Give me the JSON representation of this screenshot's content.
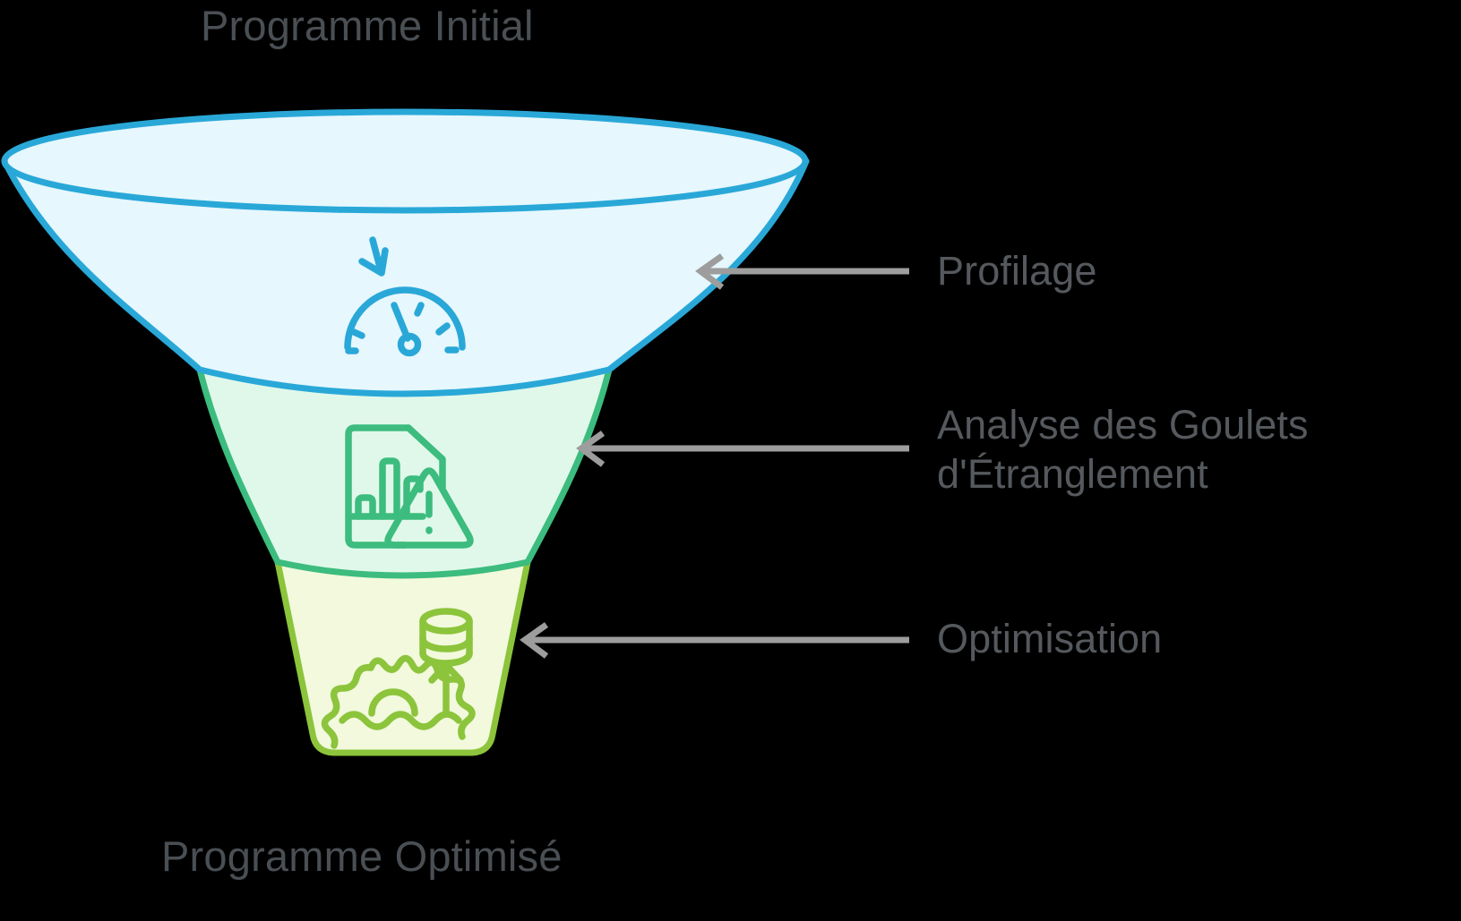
{
  "diagram": {
    "type": "funnel",
    "title_top": "Programme Initial",
    "title_bottom": "Programme Optimisé",
    "background_color": "#000000",
    "title_color": "#4a4f54",
    "label_color": "#55595d",
    "arrow_color": "#9d9d9d",
    "stages": [
      {
        "label": "Profilage",
        "icon": "gauge-arrow-down-icon",
        "fill_color": "#e6f7fd",
        "stroke_color": "#29a8d8"
      },
      {
        "label": "Analyse des Goulets d'Étranglement",
        "label_line_1": "Analyse des Goulets",
        "label_line_2": "d'Étranglement",
        "icon": "document-bar-chart-warning-icon",
        "fill_color": "#e0f8ea",
        "stroke_color": "#3cbc7e"
      },
      {
        "label": "Optimisation",
        "icon": "gear-waves-database-arrow-up-icon",
        "fill_color": "#f2f9dc",
        "stroke_color": "#8cc43c"
      }
    ]
  }
}
